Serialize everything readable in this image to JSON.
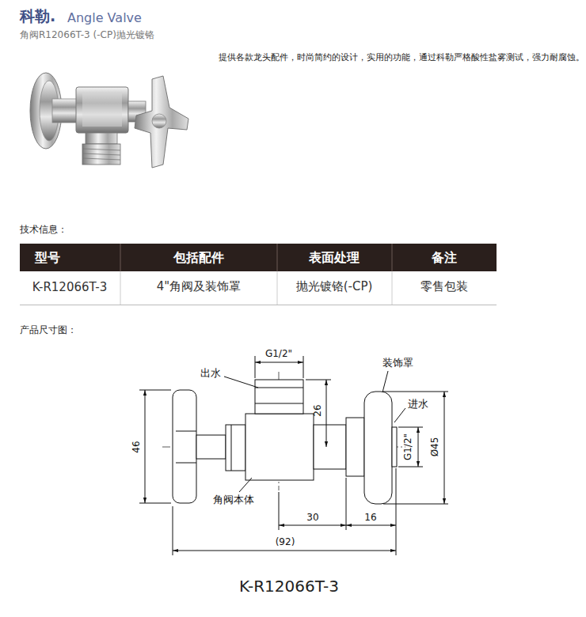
{
  "diagram": {
    "title": "角阀R12066T-3 (-CP)抛光镀铬",
    "caption": "K-R12066T-3",
    "labels": [
      "科勒.",
      "Angle Valve",
      "提供各款龙头配件，时尚简约的设计，实用的功能，通过科勒严格酸性盐雾测试，强力耐腐蚀。",
      "技术信息：",
      "型号",
      "包括配件",
      "表面处理",
      "备注",
      "K-R12066T-3",
      "4\"角阀及装饰罩",
      "抛光镀铬(-CP)",
      "零售包装",
      "产品尺寸图：",
      "G1/2\"",
      "出水",
      "装饰罩",
      "进水",
      "26",
      "46",
      "G1/2\"",
      "Ø45",
      "角阀本体",
      "30",
      "16",
      "(92)"
    ]
  }
}
